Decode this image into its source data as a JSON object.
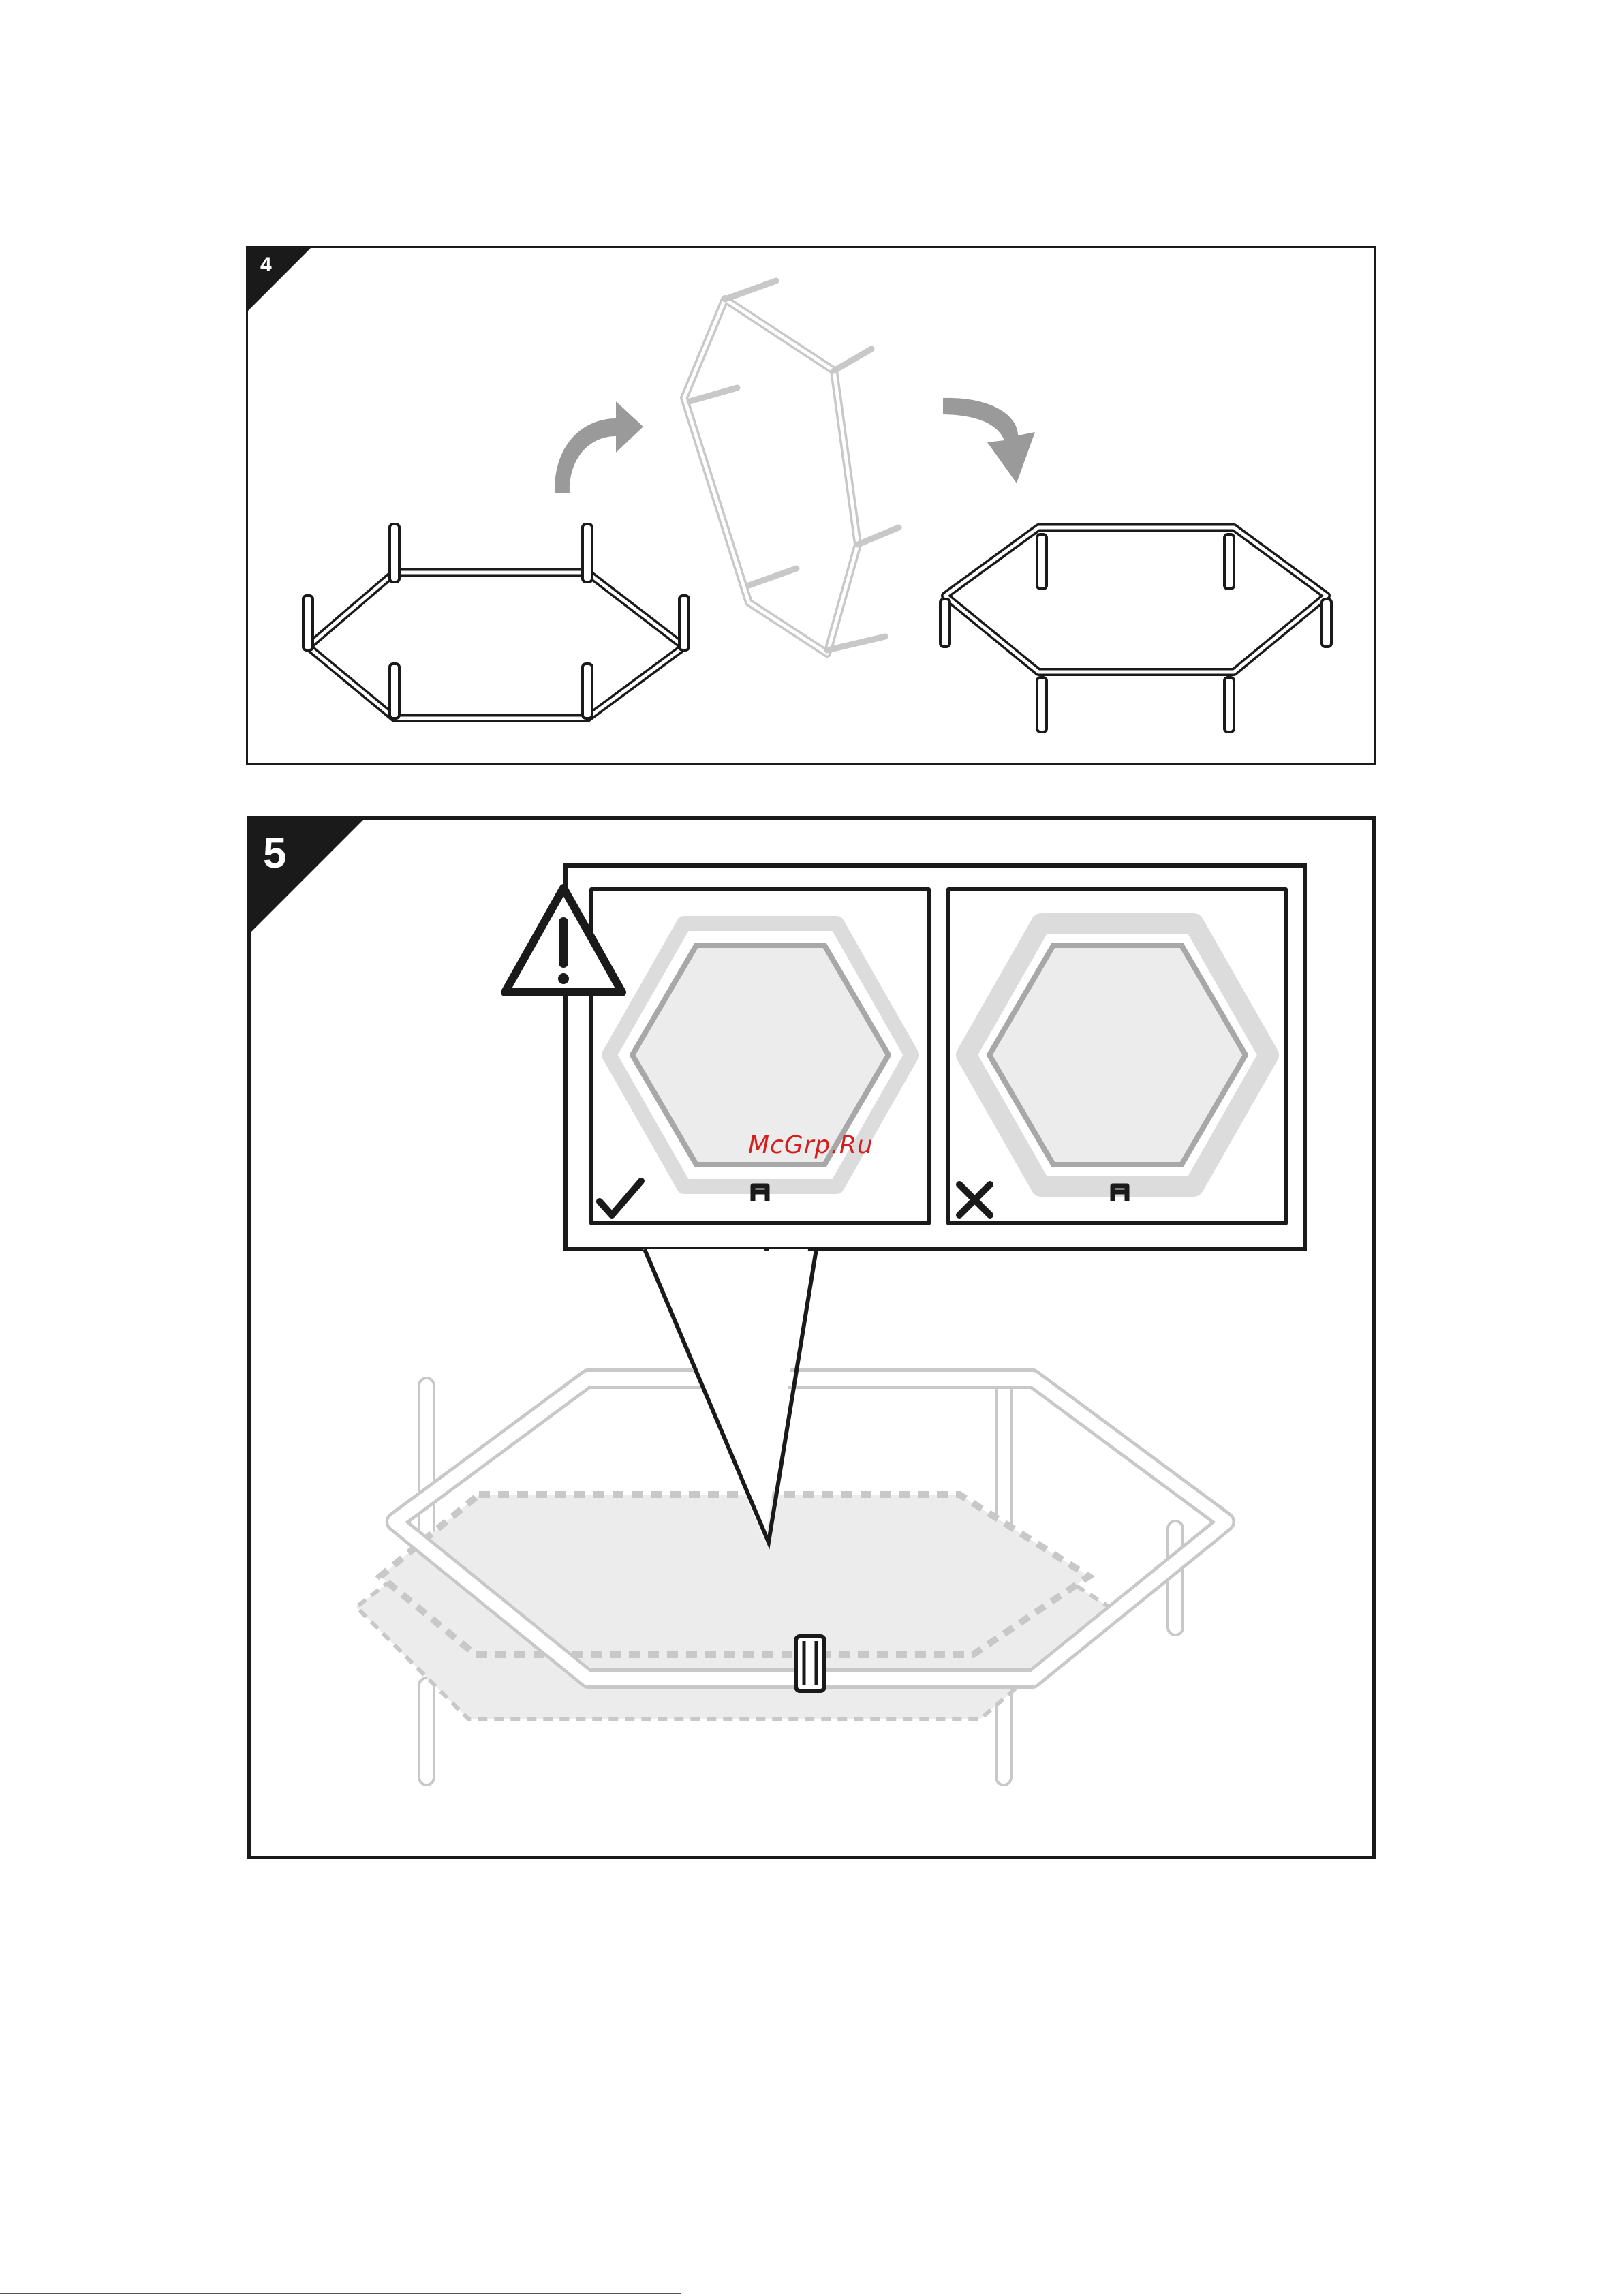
{
  "steps": [
    {
      "number": "4"
    },
    {
      "number": "5"
    }
  ],
  "watermark": {
    "text": "McGrp.Ru",
    "color": "#d31f1f"
  },
  "icons": {
    "rotate_arrows": "curved-arrow-icon",
    "warning": "warning-triangle-icon",
    "correct": "checkmark-icon",
    "incorrect": "cross-icon",
    "handle": "leg-handle-icon"
  },
  "colors": {
    "frame": "#1a1a1a",
    "faded": "#c8c8c8",
    "mat": "#ececec",
    "arrow": "#9a9a9a"
  }
}
